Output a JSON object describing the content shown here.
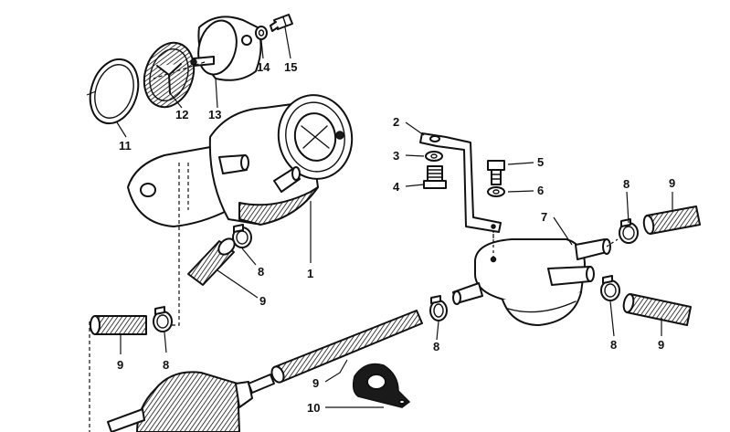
{
  "callouts": {
    "c1": "1",
    "c2": "2",
    "c3": "3",
    "c4": "4",
    "c5": "5",
    "c6": "6",
    "c7": "7",
    "c8a": "8",
    "c8b": "8",
    "c8c": "8",
    "c8d": "8",
    "c8e": "8",
    "c9a": "9",
    "c9b": "9",
    "c9c": "9",
    "c9d": "9",
    "c9e": "9",
    "c10": "10",
    "c11": "11",
    "c12": "12",
    "c13": "13",
    "c14": "14",
    "c15": "15"
  }
}
